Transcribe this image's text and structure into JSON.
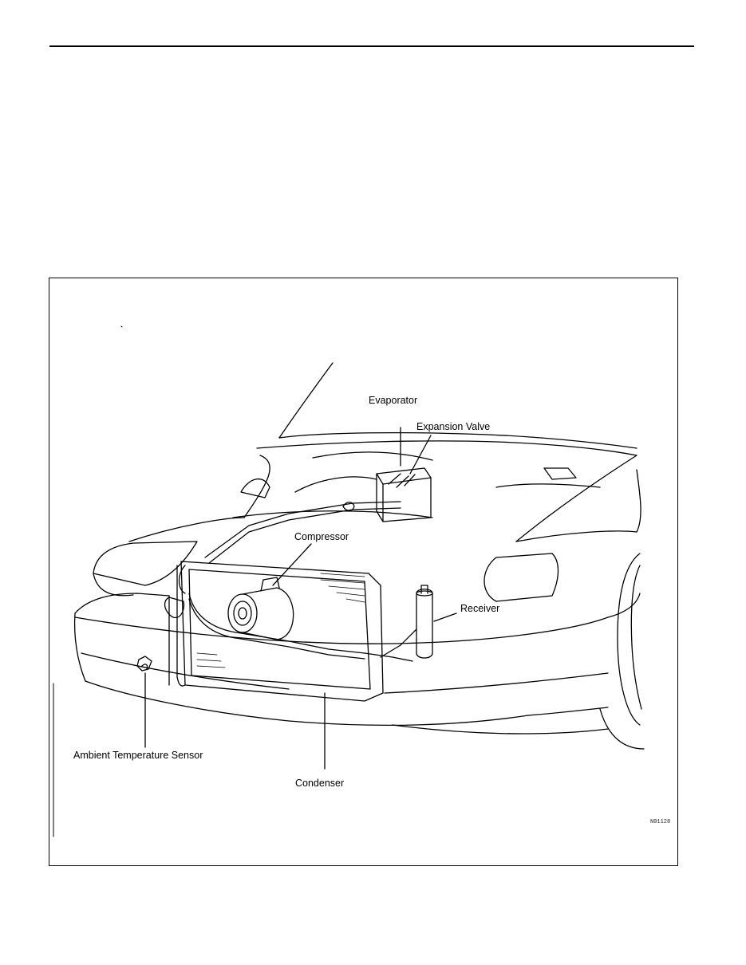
{
  "figure": {
    "labels": {
      "evaporator": "Evaporator",
      "expansion_valve": "Expansion Valve",
      "compressor": "Compressor",
      "receiver": "Receiver",
      "ambient_temperature_sensor": "Ambient Temperature Sensor",
      "condenser": "Condenser"
    },
    "figure_code": "N01128"
  }
}
